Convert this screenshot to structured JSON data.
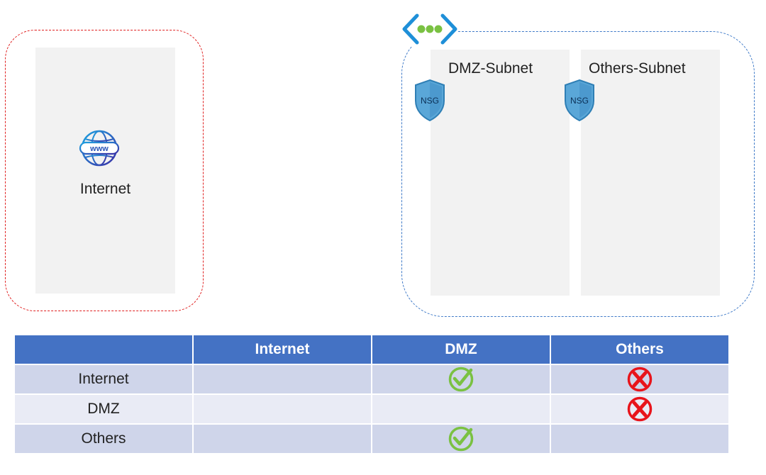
{
  "internet_zone": {
    "label": "Internet",
    "border_color": "#e02020",
    "icon": "globe-www-icon"
  },
  "vnet_zone": {
    "border_color": "#3f7ac8",
    "icon": "virtual-network-icon",
    "subnets": [
      {
        "label": "DMZ-Subnet",
        "nsg_label": "NSG"
      },
      {
        "label": "Others-Subnet",
        "nsg_label": "NSG"
      }
    ]
  },
  "table": {
    "header_color": "#4472c4",
    "columns": [
      "",
      "Internet",
      "DMZ",
      "Others"
    ],
    "rows": [
      {
        "label": "Internet",
        "cells": [
          "",
          "allow",
          "deny"
        ]
      },
      {
        "label": "DMZ",
        "cells": [
          "",
          "",
          "deny"
        ]
      },
      {
        "label": "Others",
        "cells": [
          "",
          "allow",
          ""
        ]
      }
    ],
    "allow_icon": "green-check-icon",
    "deny_icon": "red-x-icon",
    "allow_color": "#7ac142",
    "deny_color": "#e8141b"
  }
}
